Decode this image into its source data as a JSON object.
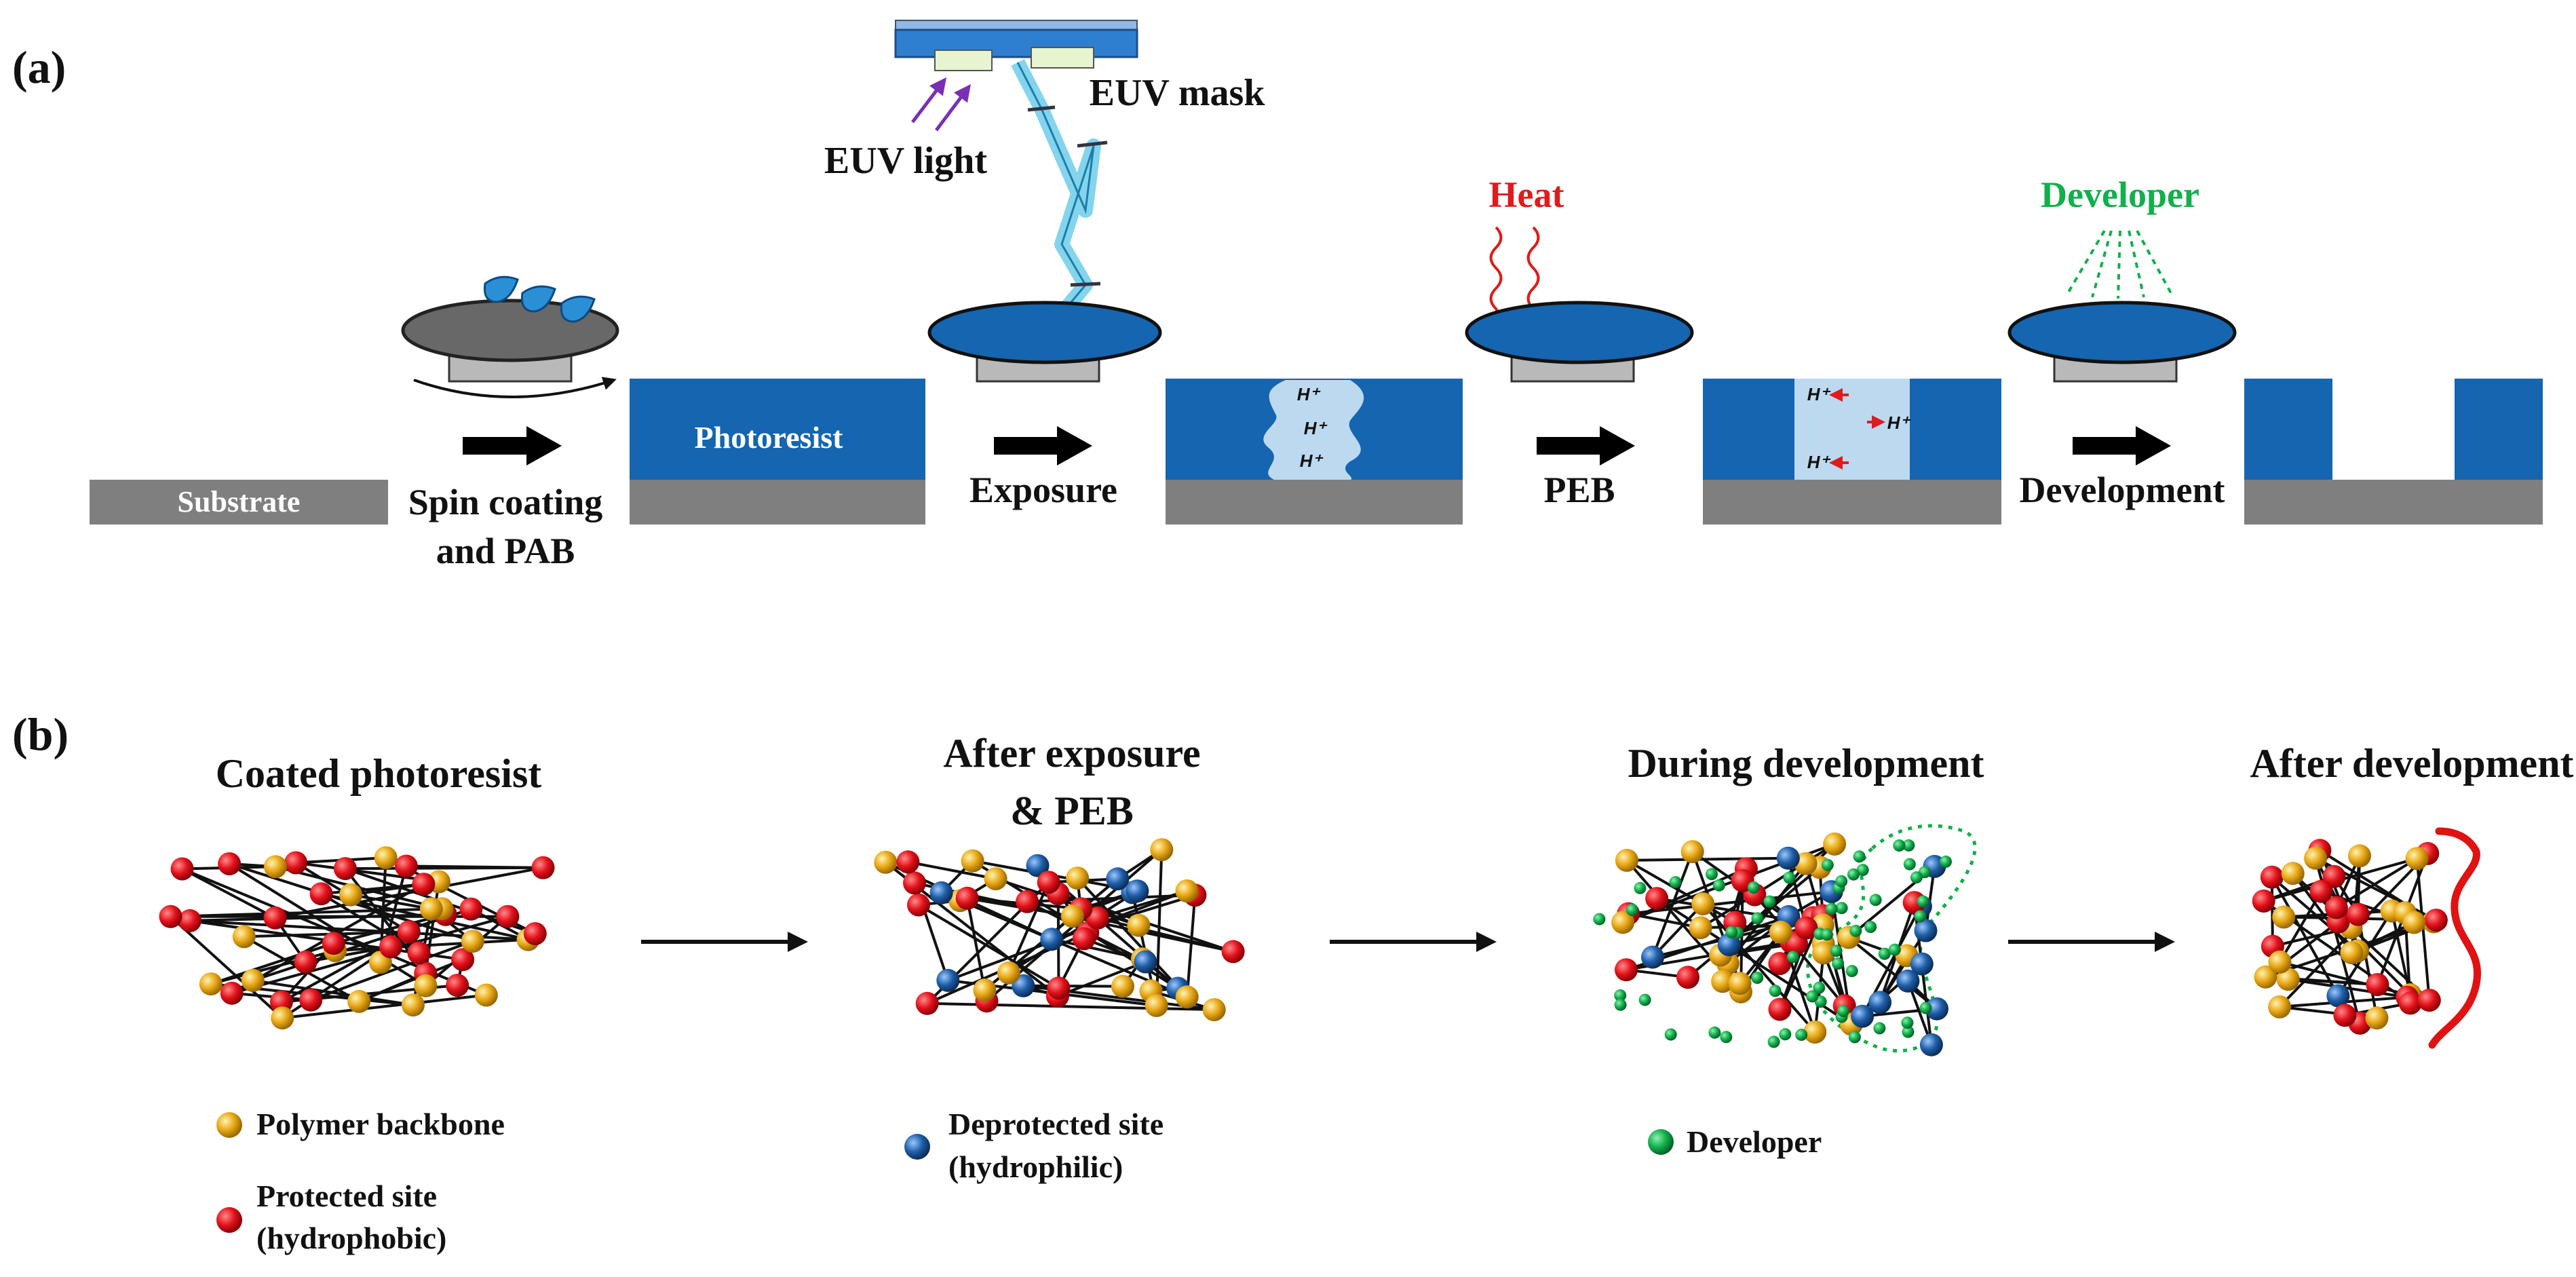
{
  "panel_a": {
    "label": "(a)",
    "substrate": "Substrate",
    "photoresist": "Photoresist",
    "spin_coating_line1": "Spin coating",
    "spin_coating_line2": "and PAB",
    "exposure": "Exposure",
    "euv_light": "EUV light",
    "euv_mask": "EUV mask",
    "heat": "Heat",
    "peb": "PEB",
    "developer": "Developer",
    "development": "Development",
    "proton": "H⁺"
  },
  "panel_b": {
    "label": "(b)",
    "stage1": "Coated photoresist",
    "stage2_line1": "After exposure",
    "stage2_line2": "& PEB",
    "stage3": "During development",
    "stage4": "After development",
    "legend": {
      "backbone": "Polymer backbone",
      "protected_line1": "Protected site",
      "protected_line2": "(hydrophobic)",
      "deprotected_line1": "Deprotected site",
      "deprotected_line2": "(hydrophilic)",
      "developer": "Developer"
    }
  },
  "colors": {
    "resist_blue": "#1565b0",
    "exposed_light_blue": "#bcd9f0",
    "substrate_gray": "#7f7f7f",
    "heat_red": "#e11b1b",
    "developer_green": "#12b04b",
    "backbone_gold": "#e8a716",
    "protected_red": "#e3121b",
    "deprotected_blue": "#1f5fa8",
    "euv_purple": "#7a2fb5",
    "beam_cyan": "#5bc6e8"
  }
}
